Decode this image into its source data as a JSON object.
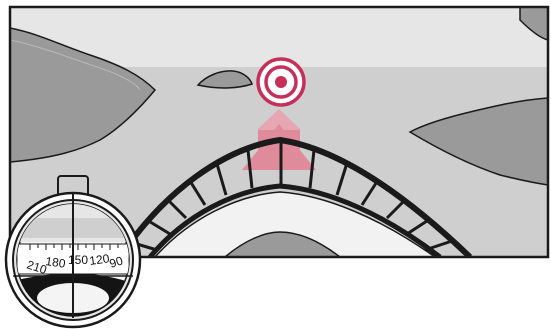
{
  "colors": {
    "sky": "#e6e6e6",
    "water": "#cfcfcf",
    "land": "#9a9a9a",
    "outline": "#1a1a1a",
    "target": "#c62f5a",
    "arrow": "#e08b9c",
    "bow_deck": "#f2f2f2",
    "compass_face": "#f4f4f4",
    "compass_dark": "#141414"
  },
  "icons": {
    "target": "target-icon",
    "heading_arrows": "double-chevron-up-icon",
    "compass": "compass-icon"
  },
  "compass": {
    "labels": [
      "210",
      "180",
      "150",
      "120",
      "90"
    ]
  }
}
